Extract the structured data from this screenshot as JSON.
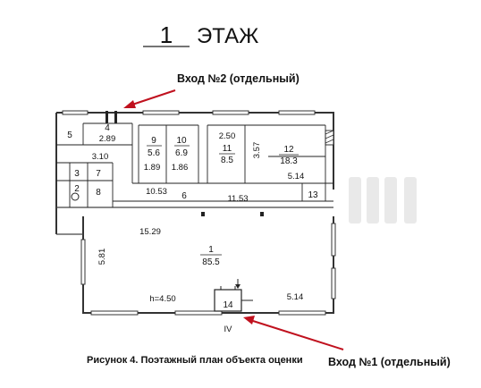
{
  "header": {
    "floor_number": "1",
    "floor_word": "ЭТАЖ"
  },
  "entrances": {
    "second": "Вход №2 (отдельный)",
    "first": "Вход №1 (отдельный)"
  },
  "caption": "Рисунок 4. Поэтажный план объекта оценки",
  "rooms": {
    "r1": {
      "num": "1",
      "area": "85.5"
    },
    "r2": {
      "num": "2"
    },
    "r3": {
      "num": "3"
    },
    "r4": {
      "num": "4"
    },
    "r5": {
      "num": "5"
    },
    "r6": {
      "num": "6"
    },
    "r7": {
      "num": "7"
    },
    "r8": {
      "num": "8"
    },
    "r9": {
      "num": "9",
      "area": "5.6"
    },
    "r10": {
      "num": "10",
      "area": "6.9"
    },
    "r11": {
      "num": "11",
      "area": "8.5"
    },
    "r12": {
      "num": "12",
      "area": "18.3"
    },
    "r13": {
      "num": "13"
    },
    "r14": {
      "num": "14"
    }
  },
  "dimensions": {
    "d289": "2.89",
    "d310": "3.10",
    "d189": "1.89",
    "d186": "1.86",
    "d250": "2.50",
    "d357": "3.57",
    "d514_top": "5.14",
    "d1053": "10.53",
    "d1153": "11.53",
    "d1529": "15.29",
    "d581": "5.81",
    "height": "h=4.50",
    "d514_bottom": "5.14"
  },
  "axis_label": "IV",
  "colors": {
    "arrow": "#c0111e",
    "wall": "#333333"
  }
}
